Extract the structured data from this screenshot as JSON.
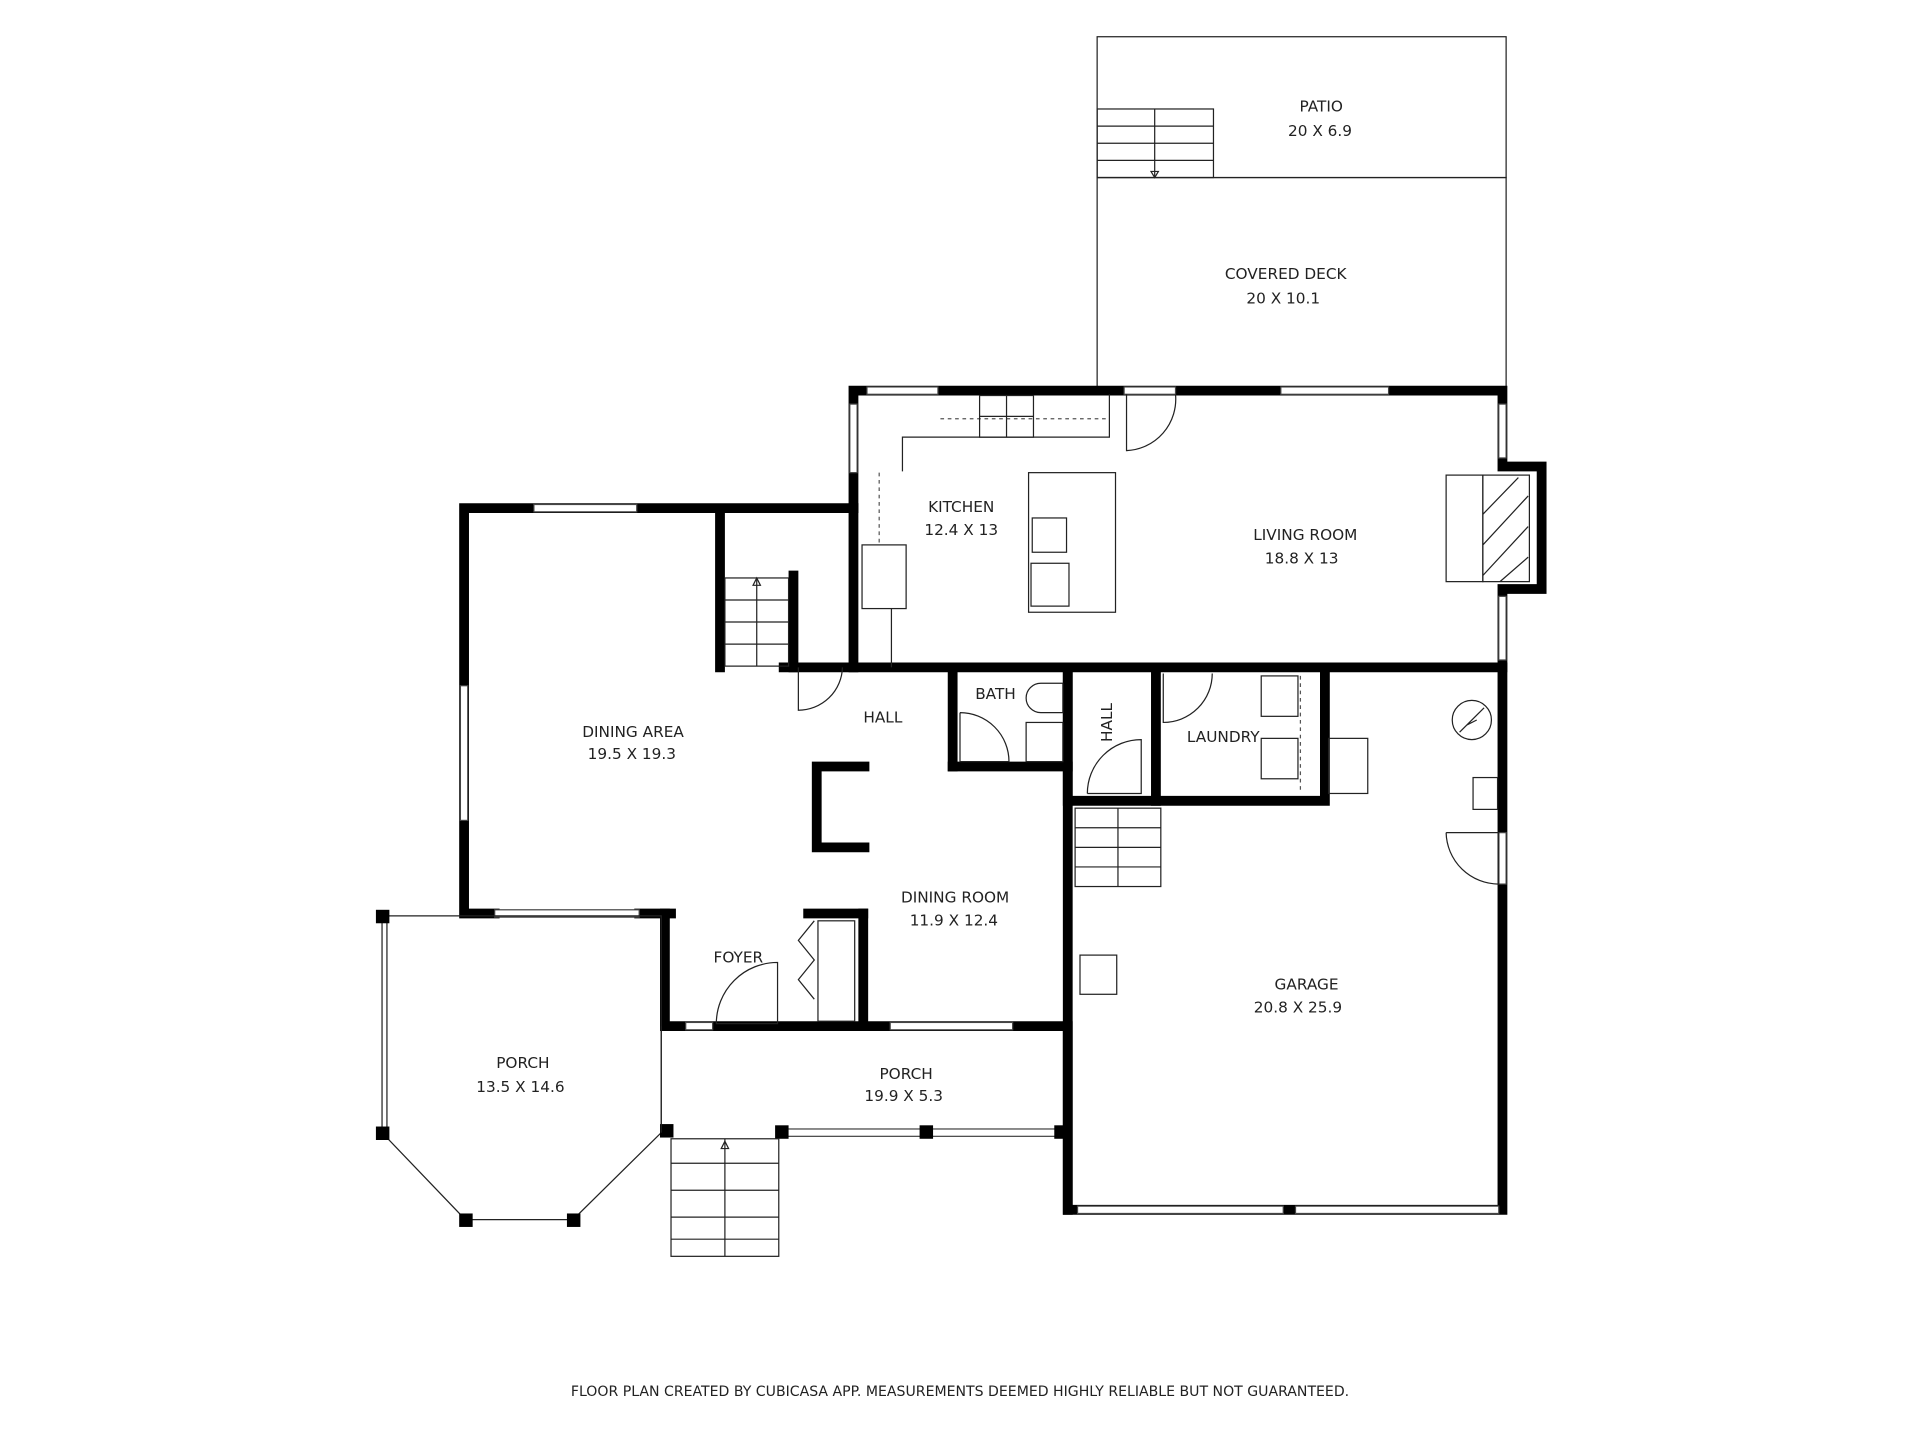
{
  "rooms": {
    "patio": {
      "name": "PATIO",
      "size": "20 X 6.9"
    },
    "covered_deck": {
      "name": "COVERED DECK",
      "size": "20 X 10.1"
    },
    "kitchen": {
      "name": "KITCHEN",
      "size": "12.4 X 13"
    },
    "living_room": {
      "name": "LIVING ROOM",
      "size": "18.8 X 13"
    },
    "dining_area": {
      "name": "DINING AREA",
      "size": "19.5 X 19.3"
    },
    "hall_1": {
      "name": "HALL"
    },
    "bath": {
      "name": "BATH"
    },
    "hall_2": {
      "name": "HALL"
    },
    "laundry": {
      "name": "LAUNDRY"
    },
    "dining_room": {
      "name": "DINING ROOM",
      "size": "11.9 X 12.4"
    },
    "foyer": {
      "name": "FOYER"
    },
    "garage": {
      "name": "GARAGE",
      "size": "20.8 X 25.9"
    },
    "porch_west": {
      "name": "PORCH",
      "size": "13.5 X 14.6"
    },
    "porch_south": {
      "name": "PORCH",
      "size": "19.9 X 5.3"
    }
  },
  "footer": "FLOOR PLAN CREATED BY CUBICASA APP. MEASUREMENTS DEEMED HIGHLY RELIABLE BUT NOT GUARANTEED."
}
